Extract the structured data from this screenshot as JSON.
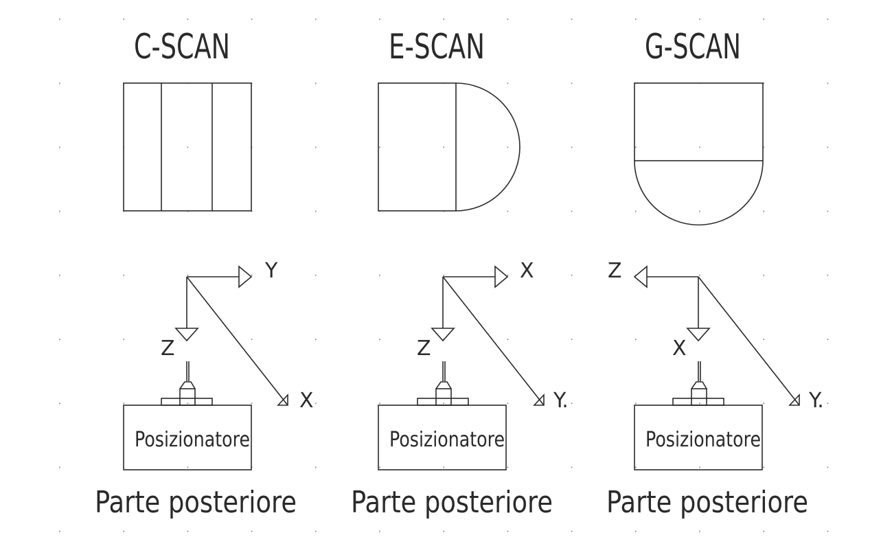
{
  "panels": [
    {
      "title": "C-SCAN",
      "shape": "three-column-rectangle",
      "axis_right": "Y",
      "axis_down": "Z",
      "axis_diagonal": "X",
      "positioner": "Posizionatore",
      "caption": "Parte posteriore"
    },
    {
      "title": "E-SCAN",
      "shape": "rectangle-with-right-semicircle",
      "axis_right": "X",
      "axis_down": "Z",
      "axis_diagonal": "Y.",
      "positioner": "Posizionatore",
      "caption": "Parte posteriore"
    },
    {
      "title": "G-SCAN",
      "shape": "rectangle-with-bottom-semicircle",
      "axis_left": "Z",
      "axis_down": "X",
      "axis_diagonal": "Y.",
      "positioner": "Posizionatore",
      "caption": "Parte posteriore"
    }
  ],
  "colors": {
    "line": "#2a2a2a",
    "grid_dot": "#888888",
    "background": "#ffffff"
  }
}
